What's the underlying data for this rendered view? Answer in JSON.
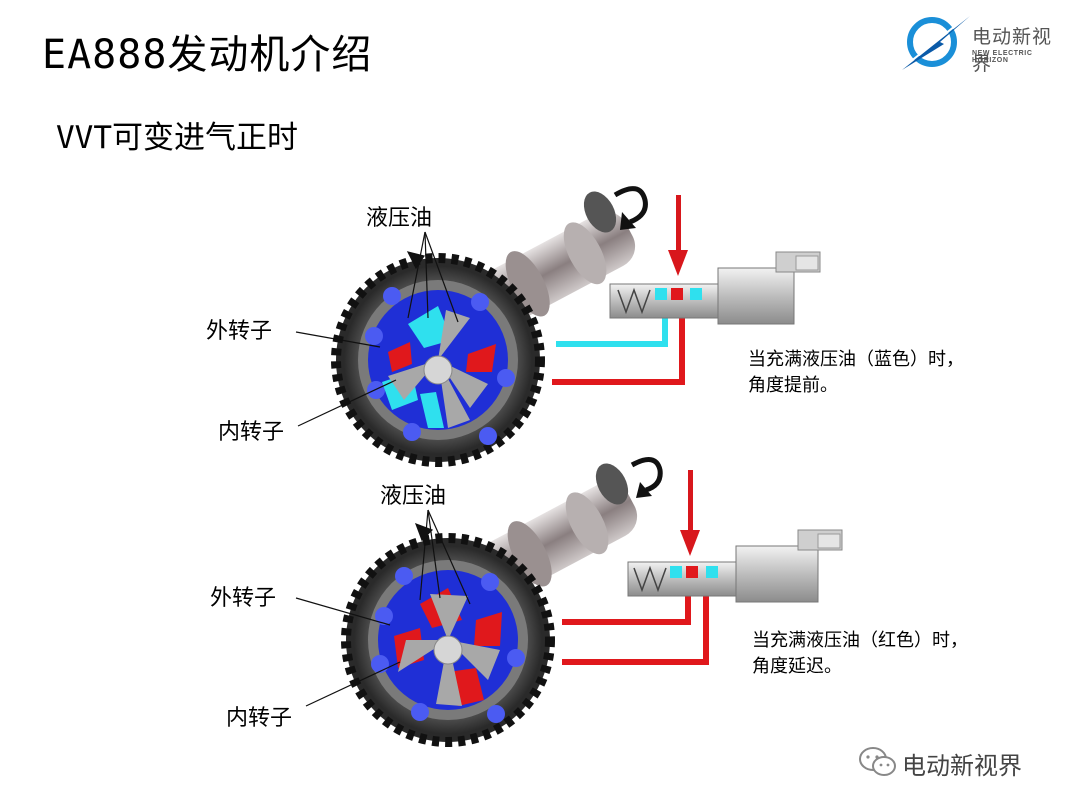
{
  "slide": {
    "title": "EA888发动机介绍",
    "subtitle": "VVT可变进气正时"
  },
  "brand": {
    "name_cn": "电动新视界",
    "name_en": "NEW ELECTRIC HORIZON"
  },
  "diagram_top": {
    "oil_label": "液压油",
    "outer_rotor_label": "外转子",
    "inner_rotor_label": "内转子",
    "note_line1": "当充满液压油（蓝色）时，",
    "note_line2": "角度提前。"
  },
  "diagram_bottom": {
    "oil_label": "液压油",
    "outer_rotor_label": "外转子",
    "inner_rotor_label": "内转子",
    "note_line1": "当充满液压油（红色）时，",
    "note_line2": "角度延迟。"
  },
  "watermark": {
    "text": "电动新视界"
  },
  "colors": {
    "oil_blue": "#2fe0ee",
    "oil_red": "#e0181c",
    "housing_blue": "#1f2fd6",
    "gear_gray": "#3a3a3a",
    "rotor_gray": "#a8a8a8"
  }
}
